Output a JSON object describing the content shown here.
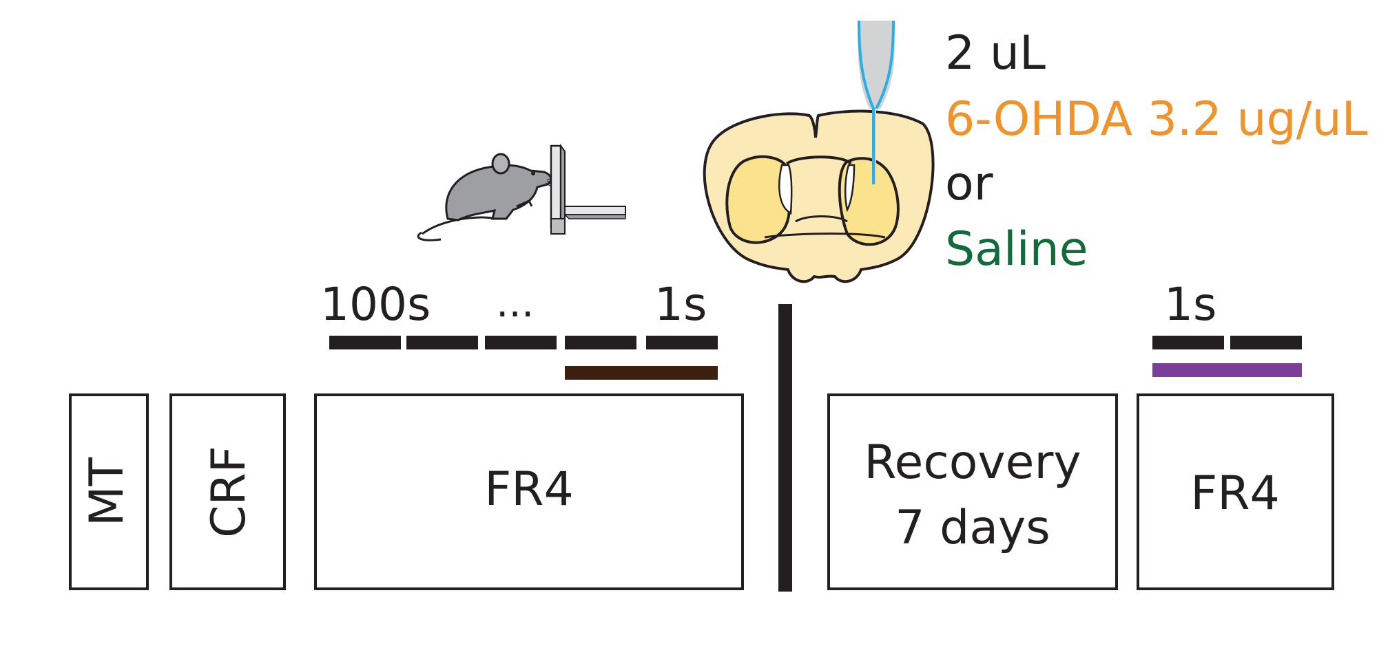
{
  "injection": {
    "volume": "2 uL",
    "drug": "6-OHDA 3.2 ug/uL",
    "conjunction": "or",
    "control": "Saline"
  },
  "timeline": {
    "label_start": "100s",
    "label_ellipsis": "...",
    "label_end": "1s",
    "label_post": "1s"
  },
  "boxes": {
    "mt": "MT",
    "crf": "CRF",
    "fr4_pre": "FR4",
    "recovery_line1": "Recovery",
    "recovery_line2": "7 days",
    "fr4_post": "FR4"
  },
  "colors": {
    "text": "#231f20",
    "drug": "#f0932a",
    "saline": "#116b3a",
    "brown_bar": "#3b1f10",
    "purple_bar": "#7b3f9a",
    "pipette_outline": "#29aee6",
    "brain_outer": "#fce9b8",
    "brain_inner": "#fbe28c"
  },
  "icons": [
    "mouse-icon",
    "lever-icon",
    "brain-section-icon",
    "pipette-icon"
  ]
}
